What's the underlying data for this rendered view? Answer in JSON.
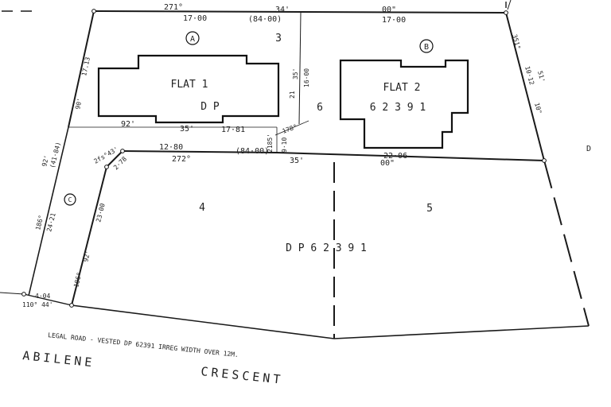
{
  "lots": {
    "a": "A",
    "b": "B",
    "c": "C",
    "l3": "3",
    "l4": "4",
    "l5": "5",
    "d": "D",
    "flat1": "FLAT 1",
    "flat1_dp": "D   P",
    "flat2": "FLAT 2",
    "flat2_dp": "6   2   3   9   1",
    "dp_left": "6",
    "lower_dp": "D   P     6   2   3   9   1"
  },
  "dims": {
    "top_bearing_left": "271°",
    "top_bearing_mid": "34'",
    "top_bearing_right": "00\"",
    "top_dist_a": "17·00",
    "top_dist_a_total": "(84·00)",
    "top_dist_b": "17·00",
    "a_left_dist": "17.13",
    "a_left_bearing": "90'",
    "a_right_bearing": "35'",
    "a_right_dist": "16·00",
    "a_right_21": "21",
    "a_bottom_bearing": "92'",
    "a_bottom_35": "35'",
    "a_bottom_dist": "17·81",
    "b_right_bearing": "351°",
    "b_right_dist": "10·12",
    "b_right_51": "51'",
    "b_right_10": "10\"",
    "mid_dist_left": "12·80",
    "mid_dist_total": "(84·00)",
    "mid_bearing": "272°",
    "mid_35": "35'",
    "mid_00": "00\"",
    "mid_right_dist": "22·06",
    "small_178": "178°",
    "small_2185": "2185'",
    "small_910": "9·10",
    "small_bearing": "2fs°43'",
    "small_278": "2·78",
    "c_left_bearing_a": "186°",
    "c_left_dist": "24·21",
    "c_left_92": "92'",
    "c_left_4184": "(41·84)",
    "c_inner_dist": "23·00",
    "c_inner_92": "92'",
    "c_inner_186": "186°",
    "bottom_dist": "4·04",
    "bottom_bearing": "110°   44'"
  },
  "road": {
    "legal": "LEGAL ROAD - VESTED DP 62391   IRREG WIDTH OVER 12M.",
    "name1": "ABILENE",
    "name2": "CRESCENT"
  }
}
